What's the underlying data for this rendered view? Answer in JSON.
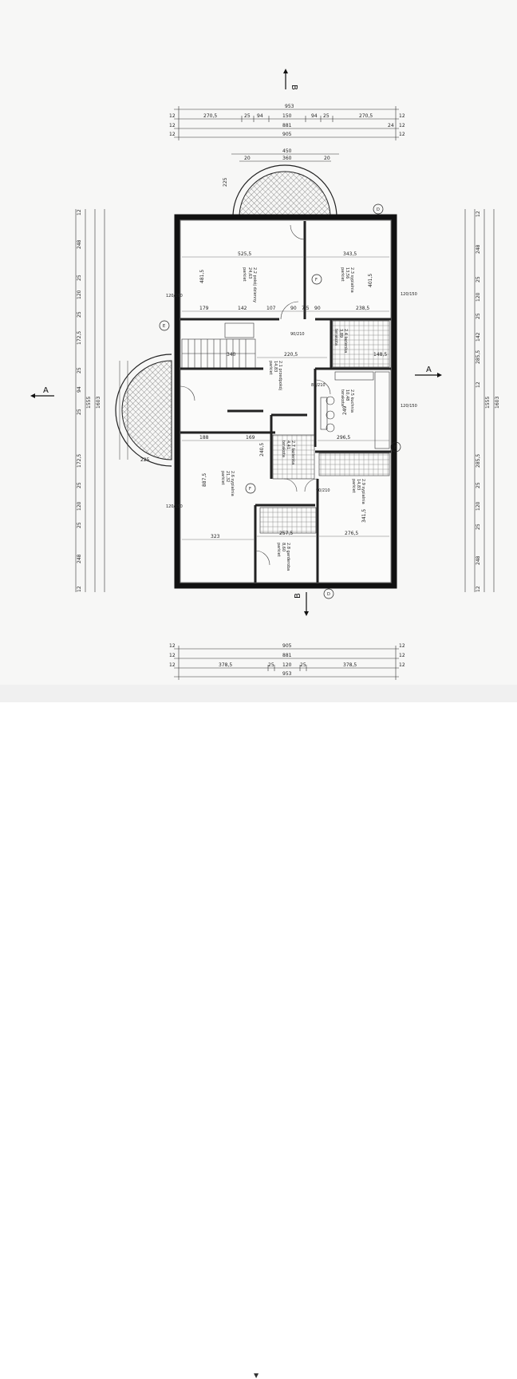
{
  "section_marks": {
    "top": "B",
    "left": "A",
    "right": "A",
    "bottom": "B"
  },
  "top_dims": {
    "row1": [
      "953"
    ],
    "row2": [
      "12",
      "270,5",
      "25",
      "94",
      "150",
      "94",
      "25",
      "270,5",
      "12"
    ],
    "row3": [
      "12",
      "881",
      "24",
      "12"
    ],
    "row4": [
      "12",
      "905",
      "12"
    ]
  },
  "terrace_dims": [
    "450",
    "360",
    "20",
    "20"
  ],
  "bottom_dims": {
    "row1": [
      "12",
      "905",
      "12"
    ],
    "row2": [
      "12",
      "881",
      "12"
    ],
    "row3": [
      "12",
      "378,5",
      "25",
      "120",
      "25",
      "378,5",
      "12"
    ],
    "row4": [
      "953"
    ]
  },
  "left_dims": {
    "outer": [
      "12",
      "248",
      "25",
      "120",
      "25",
      "172,5",
      "25",
      "94",
      "25",
      "172,5",
      "25",
      "120",
      "25",
      "248",
      "12"
    ],
    "totals": [
      "1555",
      "1603"
    ]
  },
  "right_dims": {
    "outer": [
      "12",
      "248",
      "25",
      "120",
      "25",
      "142",
      "285,5",
      "12",
      "1555",
      "1603",
      "285,5",
      "25",
      "120",
      "25",
      "248",
      "12"
    ]
  },
  "rooms": [
    {
      "id": "2.2",
      "name": "2.2 pokój dzienny",
      "area": "24,63",
      "floor": "parkiet"
    },
    {
      "id": "2.3",
      "name": "2.3 sypialnia",
      "area": "13,56",
      "floor": "parkiet"
    },
    {
      "id": "2.4",
      "name": "2.4 łazienka",
      "area": "3,89",
      "floor": "terakota"
    },
    {
      "id": "2.1",
      "name": "2.1 przedpokój",
      "area": "14,83",
      "floor": "parkiet"
    },
    {
      "id": "2.5",
      "name": "2.5 kuchnia",
      "area": "10,48",
      "floor": "terakota"
    },
    {
      "id": "2.6",
      "name": "2.6 sypialnia",
      "area": "21,32",
      "floor": "parkiet"
    },
    {
      "id": "2.7",
      "name": "2.7 łazienka",
      "area": "4,41",
      "floor": "terakota"
    },
    {
      "id": "2.8",
      "name": "2.8 garderoba",
      "area": "8,60",
      "floor": "parkiet"
    },
    {
      "id": "2.9",
      "name": "2.9 sypialnia",
      "area": "14,83",
      "floor": "parkiet"
    }
  ],
  "interior_dims": [
    "525,5",
    "343,5",
    "481,5",
    "179",
    "142",
    "107",
    "90",
    "7,5",
    "90",
    "238,5",
    "220,5",
    "340",
    "148,5",
    "188",
    "169",
    "240,5",
    "296,5",
    "323",
    "257,5",
    "276,5",
    "887,5",
    "341,5",
    "401,5",
    "249",
    "225",
    "225"
  ],
  "tags": [
    "D",
    "F",
    "E",
    "D",
    "F",
    "E"
  ],
  "window_labels": [
    "120/150",
    "90/210",
    "80/210",
    "90/210",
    "120/150",
    "120/150",
    "120/150"
  ]
}
